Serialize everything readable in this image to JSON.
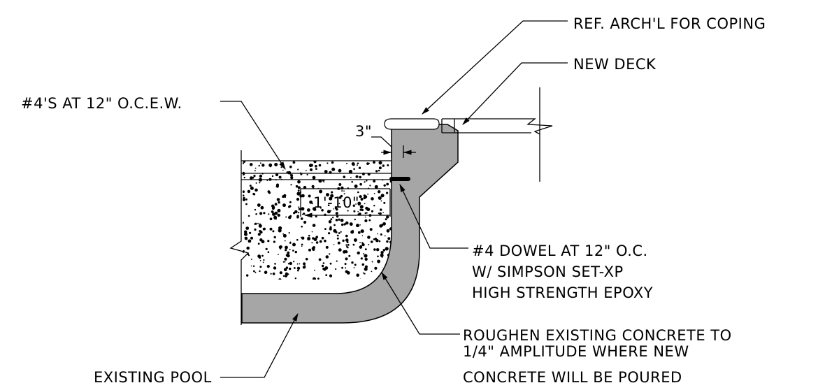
{
  "labels": {
    "coping": "REF. ARCH'L FOR COPING",
    "deck": "NEW DECK",
    "rebar": "#4'S AT 12\" O.C.E.W.",
    "clearance": "3\"",
    "dim": "1'-10\"",
    "dowel1": "#4 DOWEL AT 12\" O.C.",
    "dowel2": "W/ SIMPSON SET-XP",
    "dowel3": "HIGH STRENGTH EPOXY",
    "roughen1": "ROUGHEN EXISTING CONCRETE TO",
    "roughen2": "1/4\" AMPLITUDE WHERE NEW",
    "roughen3": "CONCRETE WILL BE POURED",
    "pool": "EXISTING POOL"
  },
  "colors": {
    "new_concrete": "#a6a6a6",
    "line": "#000000",
    "background": "#ffffff"
  }
}
